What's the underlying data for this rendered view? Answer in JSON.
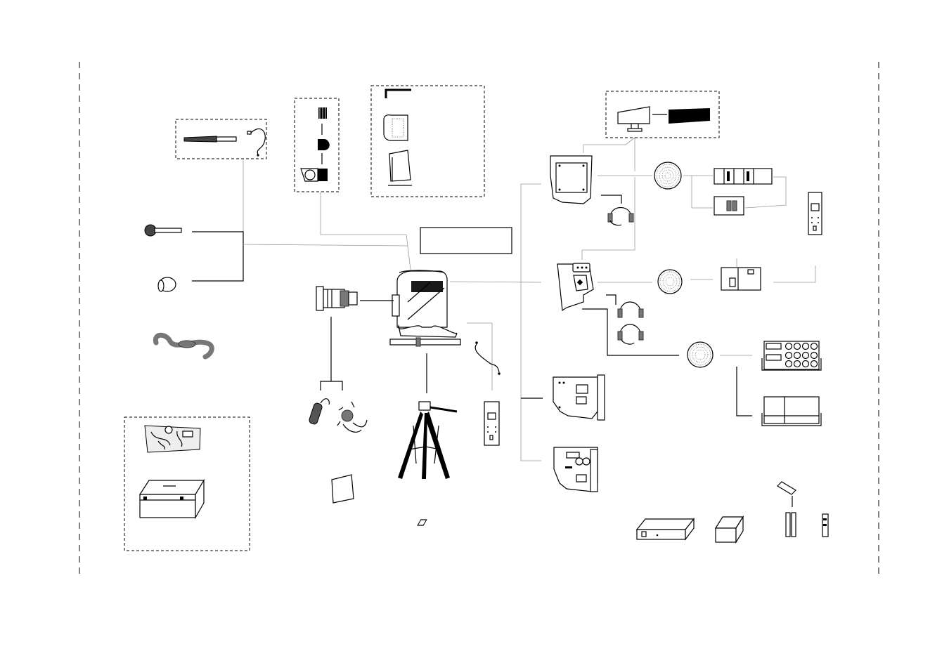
{
  "diagram": {
    "items": [
      "shotgun-microphone",
      "hand-microphone",
      "wind-screen",
      "shoulder-strap",
      "rain-cover",
      "carrying-case",
      "viewfinder-eyecups",
      "hex-wrench",
      "hand-grip",
      "manual",
      "viewfinder",
      "camera-head",
      "zoom-lens",
      "zoom-demand",
      "focus-demand",
      "lens-manual",
      "tripod",
      "cable",
      "remote-panel",
      "camera-adaptor",
      "camera-control-unit",
      "fiber-cable-drum",
      "rack-unit",
      "system-control",
      "remote-control-panel",
      "intercom-headsets",
      "ac-adaptor",
      "battery-charger",
      "battery-packs",
      "camera-processor",
      "video-monitor-console"
    ],
    "label_box_text": ""
  }
}
